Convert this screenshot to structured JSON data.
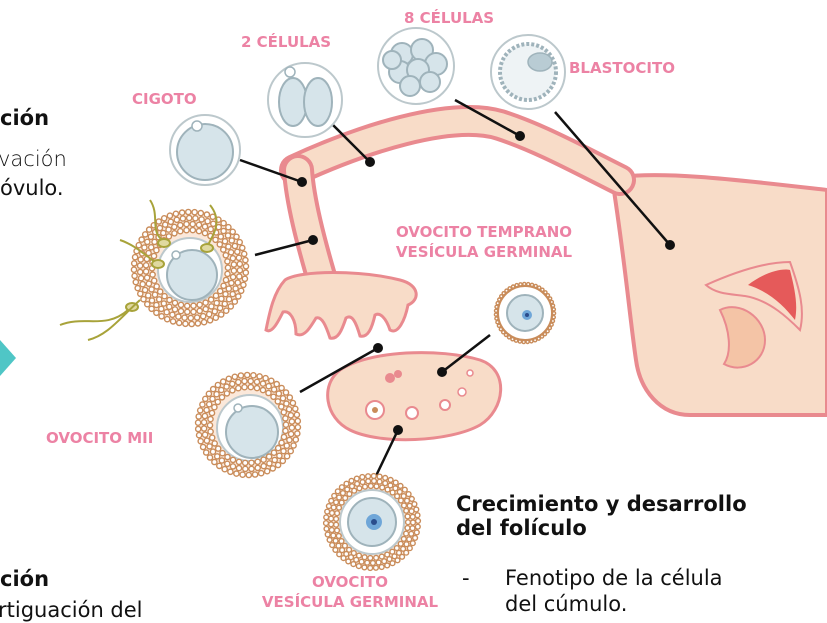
{
  "labels": {
    "cigoto": "CIGOTO",
    "dos_celulas": "2 CÉLULAS",
    "ocho_celulas": "8 CÉLULAS",
    "blastocito": "BLASTOCITO",
    "ovocito_temprano_1": "OVOCITO TEMPRANO",
    "ovocito_temprano_2": "VESÍCULA GERMINAL",
    "ovocito_mii": "OVOCITO MII",
    "ovocito_vg_1": "OVOCITO",
    "ovocito_vg_2": "VESÍCULA GERMINAL"
  },
  "left_text": {
    "heading_top": "ción",
    "line1": "vación",
    "line2": "óvulo.",
    "heading_bottom": "ción",
    "line3": "rtiguación del"
  },
  "right_text": {
    "heading_1": "Crecimiento y desarrollo",
    "heading_2": "del folículo",
    "bullet_dash": "-",
    "bullet_1": "Fenotipo de la célula",
    "bullet_2": "del cúmulo."
  },
  "colors": {
    "label_pink": "#ec82a4",
    "tissue_fill": "#f8dcc8",
    "tissue_stroke": "#e98a8f",
    "granule": "#c98c5a",
    "cell_fill": "#d6e4ea",
    "arrow_teal": "#4fc6c6"
  }
}
